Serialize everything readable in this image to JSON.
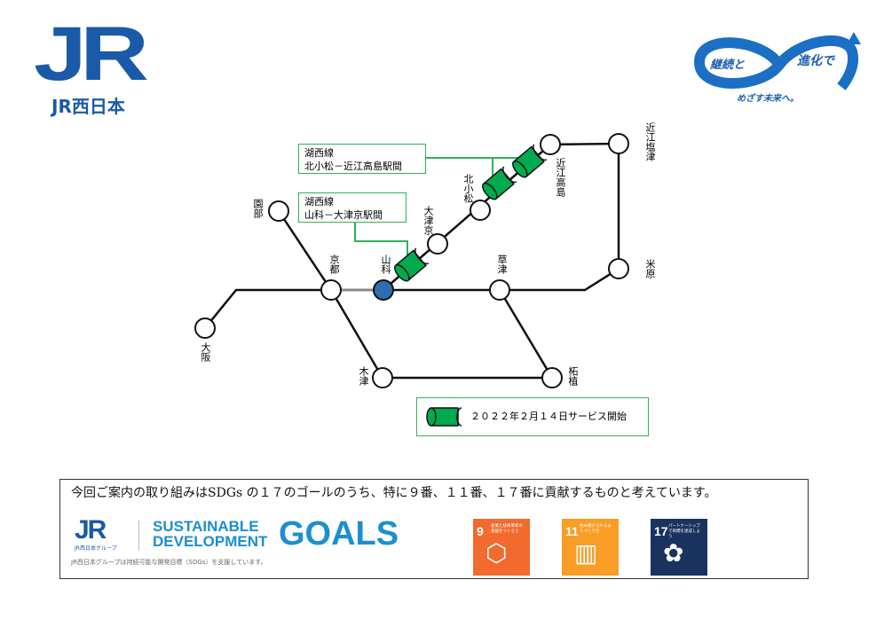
{
  "header": {
    "logo_mark": "JR",
    "logo_name": "JR西日本",
    "slogan_left": "継続と",
    "slogan_right": "進化で",
    "slogan_bottom": "めざす未来へ。"
  },
  "map": {
    "stations": {
      "osaka": "大阪",
      "sonobe": "園部",
      "kyoto": "京都",
      "yamashina": "山科",
      "otsukyo": "大津京",
      "kitakomatsu": "北小松",
      "omitakashima": "近江高島",
      "omishiozu": "近江塩津",
      "maibara": "米原",
      "kusatsu": "草津",
      "kizu": "木津",
      "tsuge": "柘植"
    },
    "callouts": [
      {
        "line": "湖西線",
        "section": "北小松－近江高島駅間"
      },
      {
        "line": "湖西線",
        "section": "山科－大津京駅間"
      }
    ],
    "legend": "２０２２年２月１４日サービス開始",
    "colors": {
      "service": "#00aa4f",
      "highlight_station": "#2e6db0",
      "callout_border": "#2fb35a"
    }
  },
  "sdgs": {
    "statement": "今回ご案内の取り組みはSDGs の１７のゴールのうち、特に９番、１１番、１７番に貢献するものと考えています。",
    "group_logo": "JR",
    "group_name": "JR西日本グループ",
    "sd_line1": "SUSTAINABLE",
    "sd_line2": "DEVELOPMENT",
    "goals_word": "GOALS",
    "support_text": "JR西日本グループは持続可能な開発目標（SDGs）を支援しています。",
    "goals": [
      {
        "number": "9",
        "title": "産業と技術革新の基盤をつくろう",
        "color": "#f26a2d"
      },
      {
        "number": "11",
        "title": "住み続けられるまちづくりを",
        "color": "#f99d26"
      },
      {
        "number": "17",
        "title": "パートナーシップで目標を達成しよう",
        "color": "#19335e"
      }
    ]
  }
}
